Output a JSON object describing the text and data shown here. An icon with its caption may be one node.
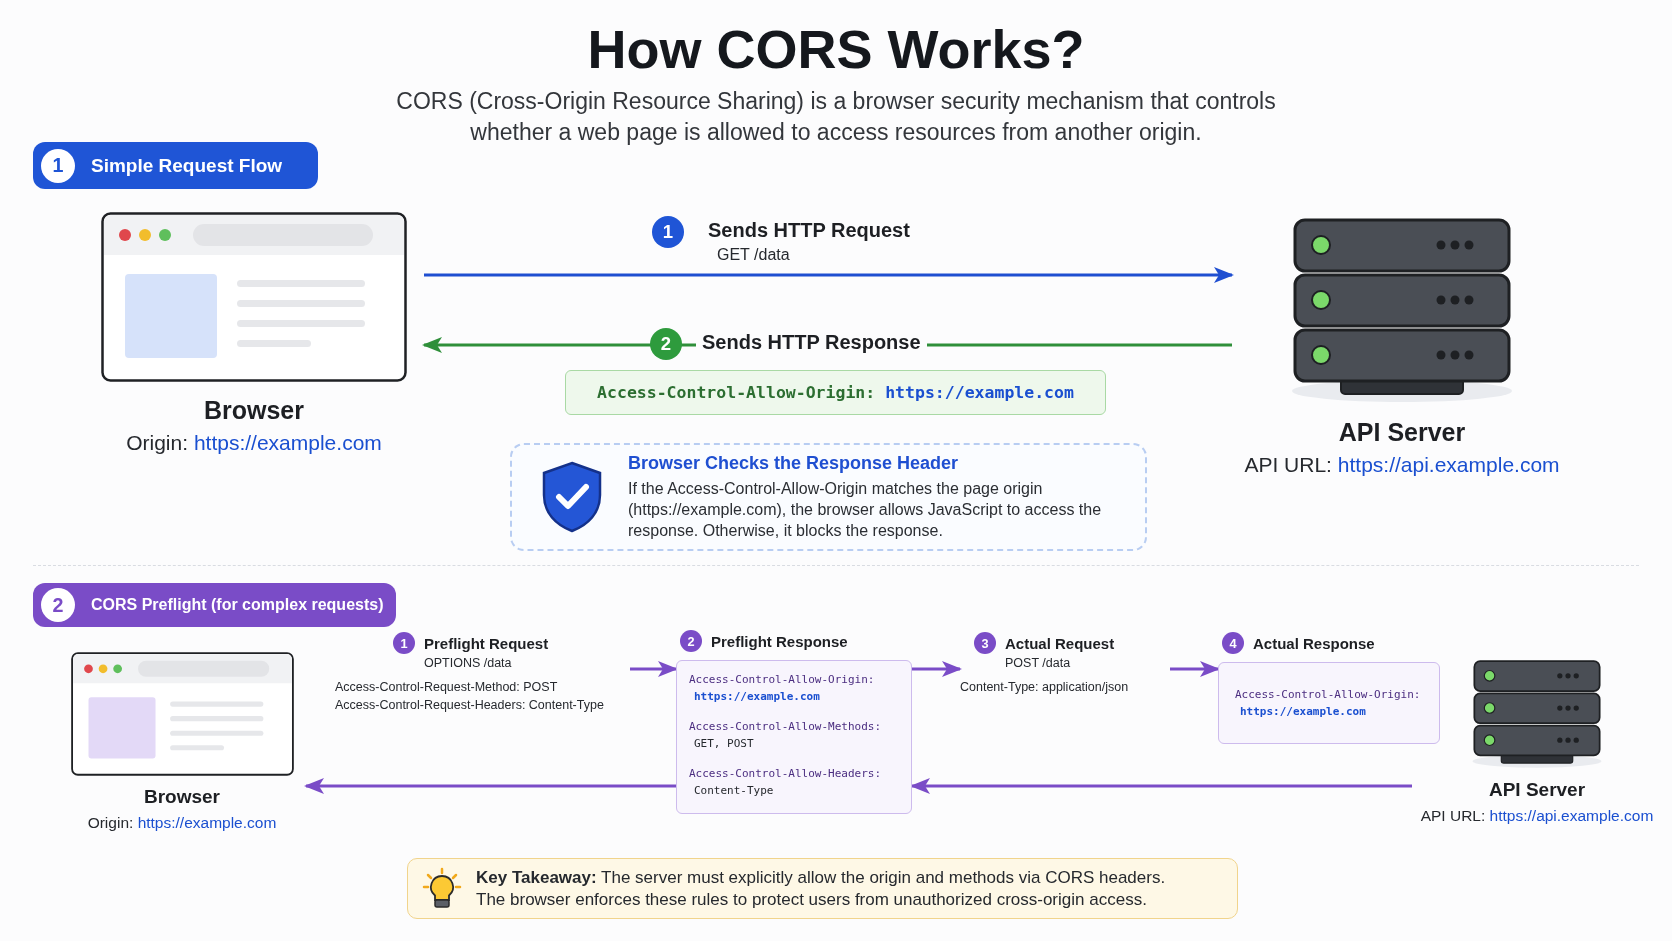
{
  "diagram": {
    "title": "How CORS Works?",
    "nodes": [
      {
        "text": [
          "1",
          "Simple Request Flow"
        ]
      },
      {
        "text": [
          "Browser",
          "Origin: https://example.com"
        ]
      },
      {
        "text": [
          "API Server",
          "API URL: https://api.example.com"
        ]
      },
      {
        "text": [
          "Access-Control-Allow-Origin: https://example.com"
        ]
      },
      {
        "text": [
          "Browser Checks the Response Header",
          "If the Access-Control-Allow-Origin matches the page origin (https://example.com), the browser allows JavaScript to access the response. Otherwise, it blocks the response."
        ]
      },
      {
        "text": [
          "2",
          "CORS Preflight (for complex requests)"
        ]
      },
      {
        "text": [
          "Browser",
          "Origin: https://example.com"
        ]
      },
      {
        "text": [
          "1",
          "Preflight Request",
          "OPTIONS /data",
          "Access-Control-Request-Method: POST",
          "Access-Control-Request-Headers: Content-Type"
        ]
      },
      {
        "text": [
          "2",
          "Preflight Response",
          "Access-Control-Allow-Origin: https://example.com",
          "Access-Control-Allow-Methods: GET, POST",
          "Access-Control-Allow-Headers: Content-Type"
        ]
      },
      {
        "text": [
          "3",
          "Actual Request",
          "POST /data",
          "Content-Type: application/json"
        ]
      },
      {
        "text": [
          "4",
          "Actual Response",
          "Access-Control-Allow-Origin: https://example.com"
        ]
      },
      {
        "text": [
          "API Server",
          "API URL: https://api.example.com"
        ]
      },
      {
        "text": [
          "**Key Takeaway:** The server must explicitly allow the origin and methods via CORS headers. The browser enforces these rules to protect users from unauthorized cross-origin access."
        ]
      }
    ],
    "edges": [
      {
        "from": 1,
        "to": 2,
        "arrow": "to",
        "label": "Sends HTTP Request",
        "color": "#1f4fd1"
      },
      {
        "from": 2,
        "to": 1,
        "arrow": "to",
        "label": "Sends HTTP Response",
        "color": "#2f8f3a"
      },
      {
        "from": 7,
        "to": 8,
        "arrow": "to"
      },
      {
        "from": 8,
        "to": 9,
        "arrow": "to"
      },
      {
        "from": 9,
        "to": 10,
        "arrow": "to"
      },
      {
        "from": 11,
        "to": 8,
        "arrow": "to"
      },
      {
        "from": 8,
        "to": 6,
        "arrow": "to"
      }
    ],
    "labels": [
      "CORS (Cross-Origin Resource Sharing) is a browser security mechanism that controls whether a web page is allowed to access resources from another origin.",
      "1",
      "GET /data",
      "2"
    ]
  }
}
